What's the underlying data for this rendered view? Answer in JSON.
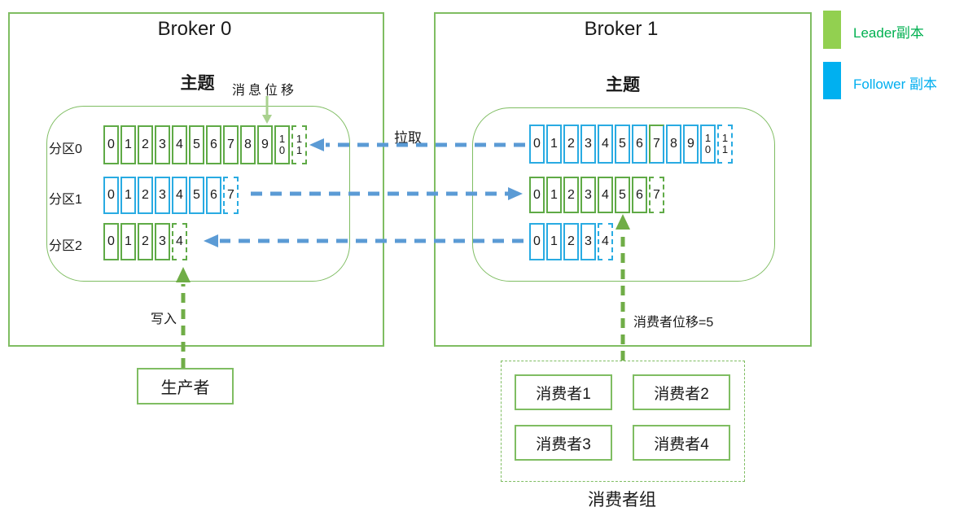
{
  "colors": {
    "ink": "#1a1a1a",
    "green_box": "#7fbd62",
    "green_cell": "#5faa46",
    "green_arrow": "#70ad47",
    "green_arrow_light": "#a9d18e",
    "blue_cell": "#29abe2",
    "blue_arrow": "#5b9bd5",
    "leader_fill": "#92d050",
    "leader_text": "#00b050",
    "follower_fill": "#00b0f0",
    "follower_text": "#00aeef"
  },
  "legend": {
    "leader_label": "Leader副本",
    "follower_label": "Follower 副本"
  },
  "broker0": {
    "title": "Broker 0",
    "topic_label": "主题",
    "message_offset_label": "消息位移",
    "partitions": [
      {
        "label": "分区0",
        "cells": [
          {
            "t": "0",
            "s": "g"
          },
          {
            "t": "1",
            "s": "g"
          },
          {
            "t": "2",
            "s": "g"
          },
          {
            "t": "3",
            "s": "g"
          },
          {
            "t": "4",
            "s": "g"
          },
          {
            "t": "5",
            "s": "g"
          },
          {
            "t": "6",
            "s": "g"
          },
          {
            "t": "7",
            "s": "g"
          },
          {
            "t": "8",
            "s": "g"
          },
          {
            "t": "9",
            "s": "g"
          },
          {
            "t": "10",
            "s": "g"
          },
          {
            "t": "11",
            "s": "gd"
          }
        ]
      },
      {
        "label": "分区1",
        "cells": [
          {
            "t": "0",
            "s": "b"
          },
          {
            "t": "1",
            "s": "b"
          },
          {
            "t": "2",
            "s": "b"
          },
          {
            "t": "3",
            "s": "b"
          },
          {
            "t": "4",
            "s": "b"
          },
          {
            "t": "5",
            "s": "b"
          },
          {
            "t": "6",
            "s": "b"
          },
          {
            "t": "7",
            "s": "bd"
          }
        ]
      },
      {
        "label": "分区2",
        "cells": [
          {
            "t": "0",
            "s": "g"
          },
          {
            "t": "1",
            "s": "g"
          },
          {
            "t": "2",
            "s": "g"
          },
          {
            "t": "3",
            "s": "g"
          },
          {
            "t": "4",
            "s": "gd"
          }
        ]
      }
    ]
  },
  "broker1": {
    "title": "Broker 1",
    "topic_label": "主题",
    "partitions": [
      {
        "label": "",
        "cells": [
          {
            "t": "0",
            "s": "b"
          },
          {
            "t": "1",
            "s": "b"
          },
          {
            "t": "2",
            "s": "b"
          },
          {
            "t": "3",
            "s": "b"
          },
          {
            "t": "4",
            "s": "b"
          },
          {
            "t": "5",
            "s": "b"
          },
          {
            "t": "6",
            "s": "b"
          },
          {
            "t": "7",
            "s": "bg"
          },
          {
            "t": "8",
            "s": "b"
          },
          {
            "t": "9",
            "s": "b"
          },
          {
            "t": "10",
            "s": "b"
          },
          {
            "t": "11",
            "s": "bd"
          }
        ]
      },
      {
        "label": "",
        "cells": [
          {
            "t": "0",
            "s": "g"
          },
          {
            "t": "1",
            "s": "g"
          },
          {
            "t": "2",
            "s": "g"
          },
          {
            "t": "3",
            "s": "g"
          },
          {
            "t": "4",
            "s": "g"
          },
          {
            "t": "5",
            "s": "g"
          },
          {
            "t": "6",
            "s": "g"
          },
          {
            "t": "7",
            "s": "gd"
          }
        ]
      },
      {
        "label": "",
        "cells": [
          {
            "t": "0",
            "s": "b"
          },
          {
            "t": "1",
            "s": "b"
          },
          {
            "t": "2",
            "s": "b"
          },
          {
            "t": "3",
            "s": "b"
          },
          {
            "t": "4",
            "s": "bd"
          }
        ]
      }
    ]
  },
  "arrows": {
    "pull_label": "拉取",
    "write_label": "写入",
    "consumer_offset_label": "消费者位移=5"
  },
  "producer": {
    "label": "生产者"
  },
  "consumer_group": {
    "label": "消费者组",
    "consumers": [
      {
        "label": "消费者1"
      },
      {
        "label": "消费者2"
      },
      {
        "label": "消费者3"
      },
      {
        "label": "消费者4"
      }
    ]
  }
}
